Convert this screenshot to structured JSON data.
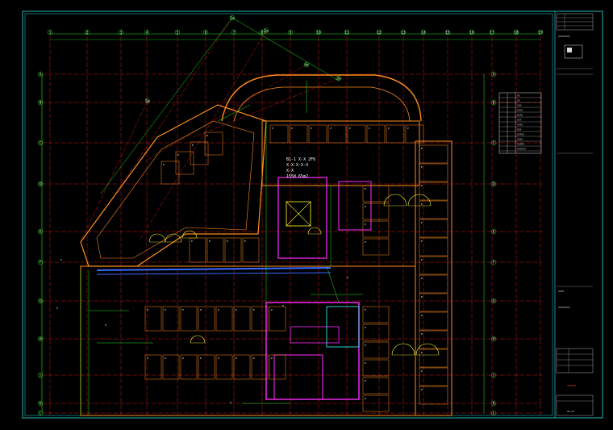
{
  "drawing": {
    "note_lines": [
      "B1-1 X-X 2F6",
      "X-X-X-X-X",
      "X-X",
      "1550.65m2"
    ]
  },
  "grid": {
    "column_labels": [
      "1",
      "2",
      "3",
      "4",
      "5",
      "6",
      "7",
      "8",
      "9",
      "10",
      "11",
      "12",
      "13",
      "14",
      "15",
      "16",
      "17",
      "18",
      "19"
    ],
    "row_labels": [
      "A",
      "B",
      "C",
      "D",
      "E",
      "F",
      "G",
      "H",
      "J",
      "K",
      "L"
    ],
    "diagonal_labels": [
      "1a",
      "2a",
      "3a",
      "4a",
      "5a"
    ]
  },
  "title_block": {
    "company_cn": "XXXXXXXX",
    "project_label": "XXXX",
    "drawing_title": "XXXXXXXX",
    "drawing_no": "XX-XX",
    "highlight_text": "XXXXXX",
    "legend_rows": [
      "XX",
      "XX",
      "XXX",
      "XXXX",
      "XXXX",
      "XXX",
      "XXXX",
      "XXX",
      "XXXXX",
      "XXXX",
      "XXXXX",
      "XXXXXX"
    ]
  },
  "colors": {
    "background": "#000000",
    "border": "#1fb5b5",
    "grid_axis": "#ff2020",
    "dim_line": "#20e020",
    "wall_orange": "#ff8c1a",
    "wall_magenta": "#ff2bff",
    "blue_line": "#3b6bff",
    "yellow_line": "#ffff33",
    "cyan_line": "#33ffff"
  }
}
